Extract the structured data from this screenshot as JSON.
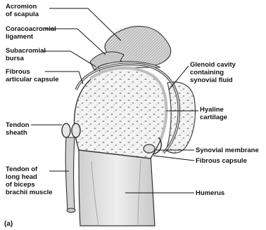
{
  "panel_label": "(a)",
  "labels": {
    "acromion": [
      "Acromion",
      "of scapula"
    ],
    "coracoacromial": [
      "Coracoacromial",
      "ligament"
    ],
    "subacromial": [
      "Subacromial",
      "bursa"
    ],
    "fibrous_articular": [
      "Fibrous",
      "articular capsule"
    ],
    "tendon_sheath": [
      "Tendon",
      "sheath"
    ],
    "tendon_biceps": [
      "Tendon of",
      "long head",
      "of biceps",
      "brachii muscle"
    ],
    "glenoid": [
      "Glenoid cavity",
      "containing",
      "synovial fluid"
    ],
    "hyaline": [
      "Hyaline",
      "cartilage"
    ],
    "synovial_membrane": [
      "Synovial membrane"
    ],
    "fibrous_capsule": [
      "Fibrous capsule"
    ],
    "humerus": [
      "Humerus"
    ]
  }
}
